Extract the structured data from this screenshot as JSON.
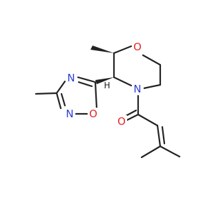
{
  "colors": {
    "background": "#ffffff",
    "bond": "#222222",
    "oxygen": "#e8262a",
    "nitrogen": "#2a3fd6",
    "hydrogen": "#222222"
  },
  "atoms": {
    "ring_oxygen": "O",
    "ring_nitrogen": "N",
    "stereo_hydrogen": "H",
    "oxadiazole_n4": "N",
    "oxadiazole_n2": "N",
    "oxadiazole_o1": "O",
    "carbonyl_oxygen": "O"
  }
}
